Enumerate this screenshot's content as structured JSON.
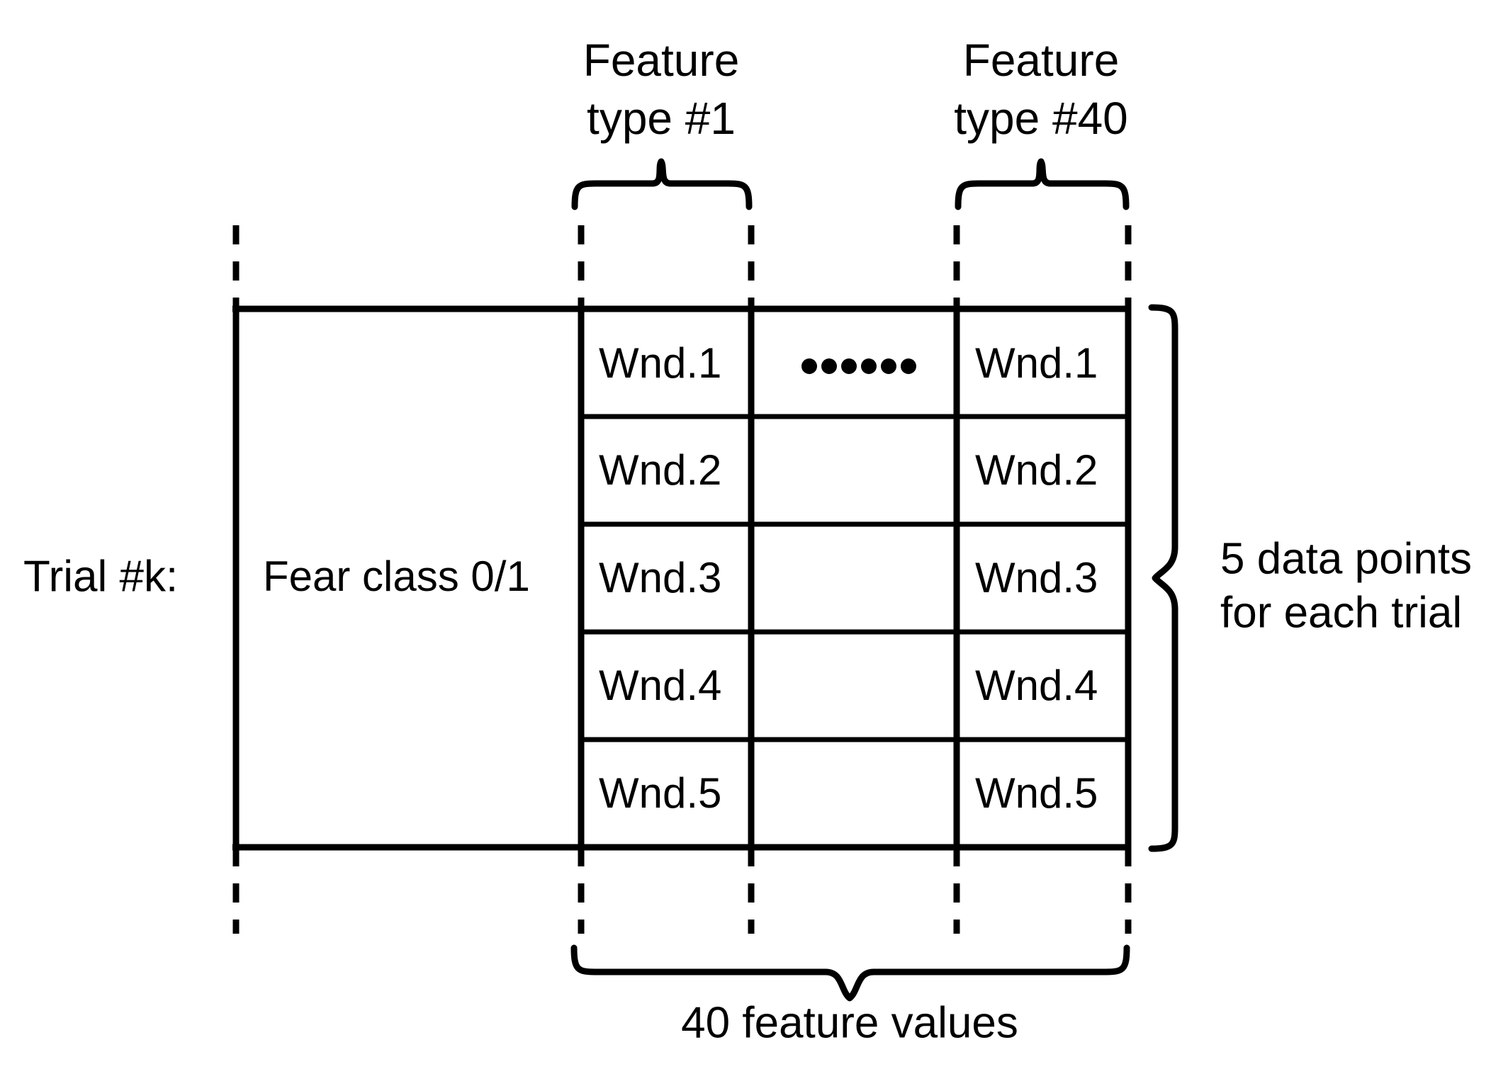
{
  "figure": {
    "title_row_label": "Trial #k:",
    "class_cell": "Fear class 0/1",
    "headers": [
      {
        "line1": "Feature",
        "line2": "type #1"
      },
      {
        "line1": "Feature",
        "line2": "type #40"
      }
    ],
    "windows_col1": [
      "Wnd.1",
      "Wnd.2",
      "Wnd.3",
      "Wnd.4",
      "Wnd.5"
    ],
    "windows_col2": [
      "Wnd.1",
      "Wnd.2",
      "Wnd.3",
      "Wnd.4",
      "Wnd.5"
    ],
    "ellipsis_dot_count": 6,
    "right_annotation": {
      "line1": "5 data points",
      "line2": "for each trial"
    },
    "bottom_caption": "40 feature values",
    "colors": {
      "ink": "#000000",
      "paper": "#ffffff"
    }
  }
}
